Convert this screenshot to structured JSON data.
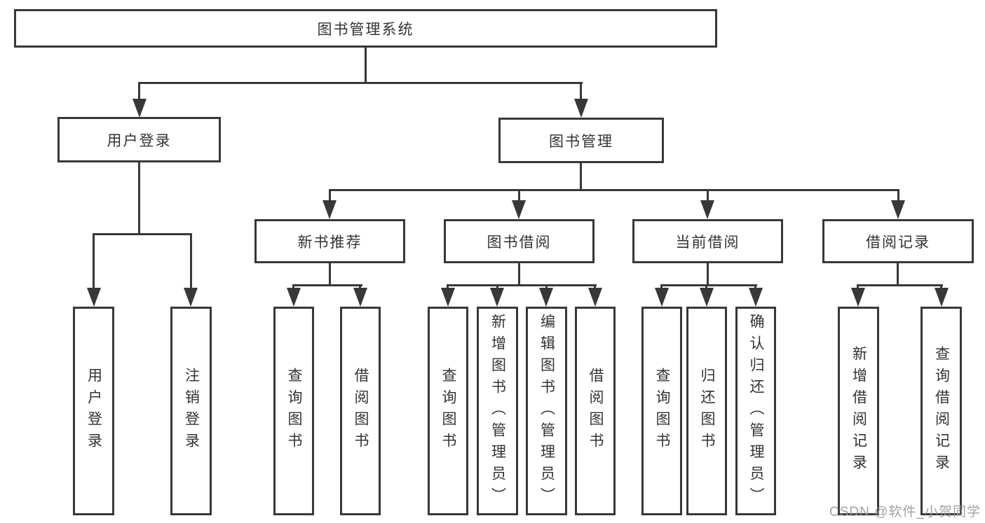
{
  "title": "图书管理系统",
  "watermark": "CSDN @软件_小贺同学",
  "colors": {
    "line": "#383838",
    "text": "#333333",
    "background": "#ffffff",
    "watermark": "#9a9a9a"
  },
  "tree": {
    "root": {
      "label": "图书管理系统",
      "children": [
        {
          "label": "用户登录",
          "children": [
            {
              "label": "用户登录"
            },
            {
              "label": "注销登录"
            }
          ]
        },
        {
          "label": "图书管理",
          "children": [
            {
              "label": "新书推荐",
              "children": [
                {
                  "label": "查询图书"
                },
                {
                  "label": "借阅图书"
                }
              ]
            },
            {
              "label": "图书借阅",
              "children": [
                {
                  "label": "查询图书"
                },
                {
                  "label": "新增图书（管理员）"
                },
                {
                  "label": "编辑图书（管理员）"
                },
                {
                  "label": "借阅图书"
                }
              ]
            },
            {
              "label": "当前借阅",
              "children": [
                {
                  "label": "查询图书"
                },
                {
                  "label": "归还图书"
                },
                {
                  "label": "确认归还（管理员）"
                }
              ]
            },
            {
              "label": "借阅记录",
              "children": [
                {
                  "label": "新增借阅记录"
                },
                {
                  "label": "查询借阅记录"
                }
              ]
            }
          ]
        }
      ]
    }
  }
}
